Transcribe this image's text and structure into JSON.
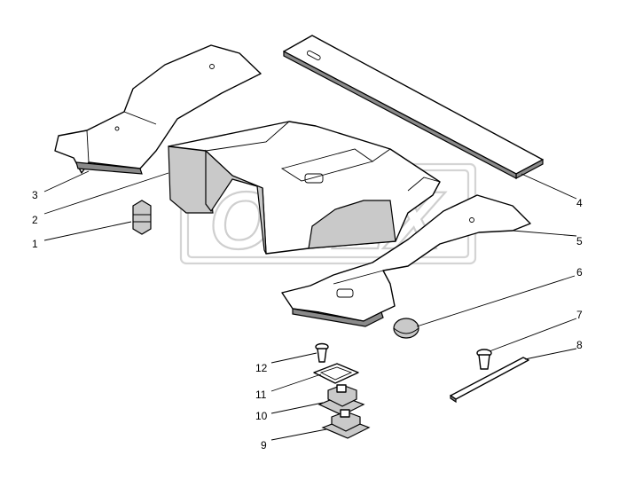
{
  "watermark": {
    "text": "OPEX",
    "color": "#cfcfcf"
  },
  "callouts": [
    {
      "id": "3",
      "label": "3"
    },
    {
      "id": "2",
      "label": "2"
    },
    {
      "id": "1",
      "label": "1"
    },
    {
      "id": "4",
      "label": "4"
    },
    {
      "id": "5",
      "label": "5"
    },
    {
      "id": "6",
      "label": "6"
    },
    {
      "id": "7",
      "label": "7"
    },
    {
      "id": "8",
      "label": "8"
    },
    {
      "id": "12",
      "label": "12"
    },
    {
      "id": "11",
      "label": "11"
    },
    {
      "id": "10",
      "label": "10"
    },
    {
      "id": "9",
      "label": "9"
    }
  ]
}
